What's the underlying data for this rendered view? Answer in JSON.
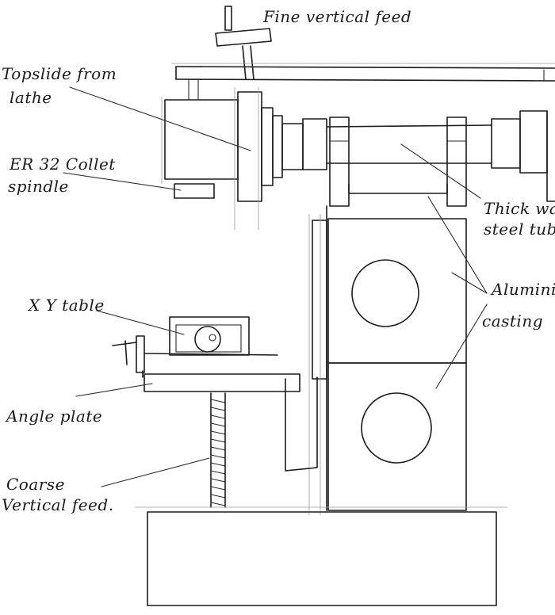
{
  "labels": {
    "fine_vertical_feed": "Fine vertical feed",
    "topslide_line1": "Topslide from",
    "topslide_line2": "lathe",
    "collet_line1": "ER 32 Collet",
    "collet_line2": "spindle",
    "thick_line1": "Thick wa",
    "thick_line2": "steel tub",
    "aluminium_line1": "Aluminiu",
    "aluminium_line2": "casting",
    "xy_table": "X Y table",
    "angle_plate": "Angle plate",
    "coarse_line1": "Coarse",
    "coarse_line2": "Vertical feed."
  },
  "colors": {
    "ink": "#1c1c1c",
    "paper": "#ffffff"
  }
}
